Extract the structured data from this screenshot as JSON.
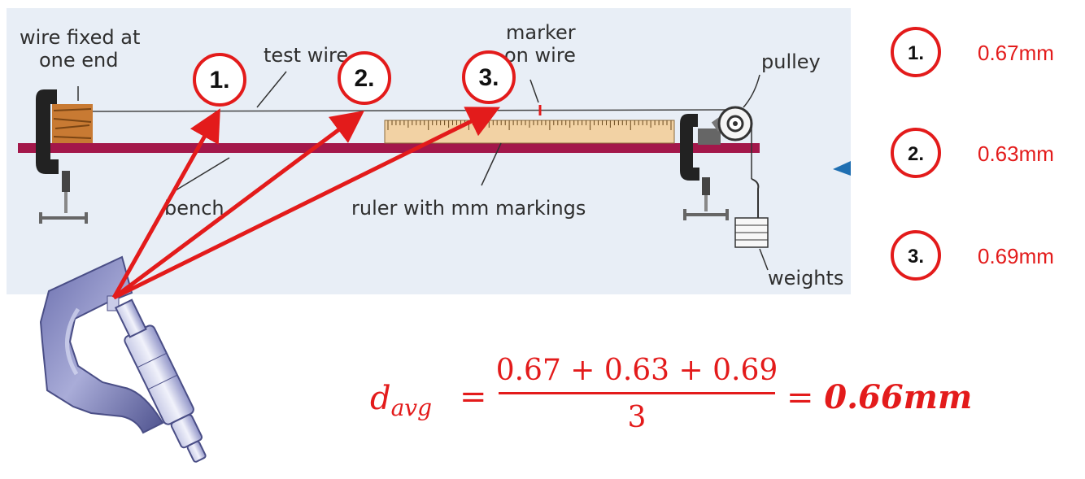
{
  "diagram": {
    "labels": {
      "wire_fixed_line1": "wire fixed at",
      "wire_fixed_line2": "one end",
      "test_wire": "test wire",
      "marker_line1": "marker",
      "marker_line2": "on wire",
      "pulley": "pulley",
      "bench": "bench",
      "ruler": "ruler with mm markings",
      "weights": "weights"
    },
    "points": [
      {
        "label": "1."
      },
      {
        "label": "2."
      },
      {
        "label": "3."
      }
    ]
  },
  "measurements": [
    {
      "label": "1.",
      "value": "0.67mm"
    },
    {
      "label": "2.",
      "value": "0.63mm"
    },
    {
      "label": "3.",
      "value": "0.69mm"
    }
  ],
  "formula": {
    "lhs_main": "d",
    "lhs_sub": "avg",
    "eq": "=",
    "numerator": "0.67 + 0.63 + 0.69",
    "denominator": "3",
    "result": "0.66mm"
  },
  "colors": {
    "accent": "#e31b1b",
    "panel_bg": "#e8eef6",
    "bench": "#a3174a",
    "ruler": "#f2d2a4",
    "micrometer": "#8f93c7"
  }
}
